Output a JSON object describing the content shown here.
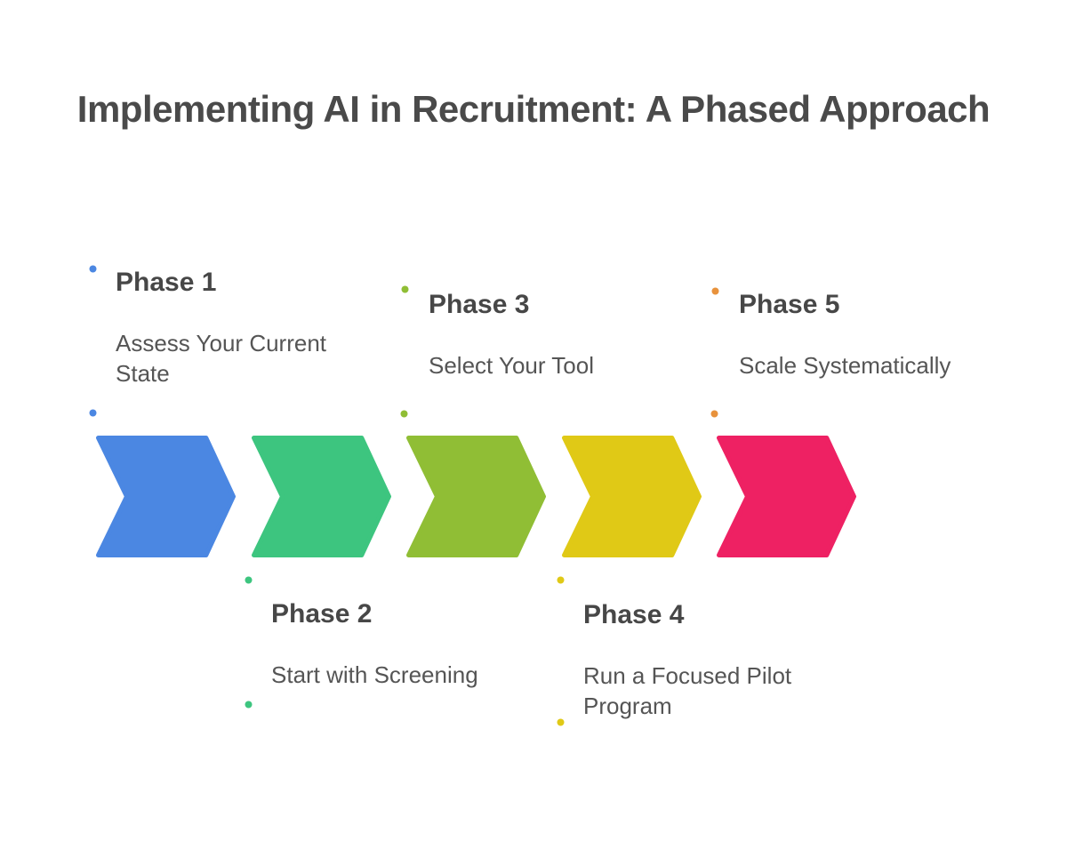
{
  "title": "Implementing AI in Recruitment: A Phased Approach",
  "colors": {
    "background": "#ffffff",
    "title_text": "#4a4a4a",
    "heading_text": "#474747",
    "description_text": "#555555"
  },
  "phases": [
    {
      "name": "Phase 1",
      "description": "Assess Your Current State",
      "arrow_color": "#4b87e2",
      "dot_color": "#4b87e2",
      "label_position": "above"
    },
    {
      "name": "Phase 2",
      "description": "Start with Screening",
      "arrow_color": "#3dc57f",
      "dot_color": "#3dc57f",
      "label_position": "below"
    },
    {
      "name": "Phase 3",
      "description": "Select Your Tool",
      "arrow_color": "#90be35",
      "dot_color": "#90be35",
      "label_position": "above"
    },
    {
      "name": "Phase 4",
      "description": "Run a Focused Pilot Program",
      "arrow_color": "#e0c916",
      "dot_color": "#e0c916",
      "label_position": "below"
    },
    {
      "name": "Phase 5",
      "description": "Scale Systematically",
      "arrow_color": "#ee2163",
      "dot_color": "#e8923c",
      "label_position": "above"
    }
  ]
}
